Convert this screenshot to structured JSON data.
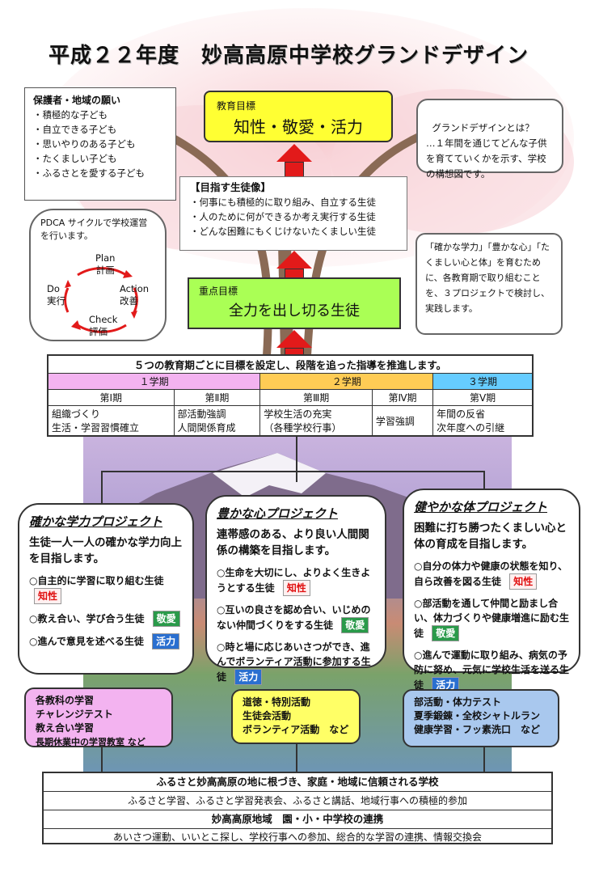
{
  "title": "平成２２年度　妙高高原中学校グランドデザイン",
  "wishes": {
    "heading": "保護者・地域の願い",
    "items": [
      "・積極的な子ども",
      "・自立できる子ども",
      "・思いやりのある子ども",
      "・たくましい子ども",
      "・ふるさとを愛する子ども"
    ]
  },
  "goal": {
    "label": "教育目標",
    "text": "知性・敬愛・活力"
  },
  "about": {
    "text": "グランドデザインとは？\n…１年間を通じてどんな子供を育てていくかを示す、学校の構想図です。"
  },
  "students": {
    "heading": "【目指す生徒像】",
    "items": [
      "・何事にも積極的に取り組み、自立する生徒",
      "・人のために何ができるか考え実行する生徒",
      "・どんな困難にもくじけないたくましい生徒"
    ]
  },
  "pdca": {
    "caption": "PDCA サイクルで学校運営を行います。",
    "plan": "Plan",
    "plan_jp": "計画",
    "do": "Do",
    "do_jp": "実行",
    "action": "Action",
    "action_jp": "改善",
    "check": "Check",
    "check_jp": "評価"
  },
  "focus": {
    "label": "重点目標",
    "text": "全力を出し切る生徒"
  },
  "note": {
    "text": "「確かな学力」「豊かな心」「たくましい心と体」を育むために、各教育期で取り組むことを、３プロジェクトで検討し、実践します。"
  },
  "periods": {
    "header": "５つの教育期ごとに目標を設定し、段階を追った指導を推進します。",
    "terms": [
      "１学期",
      "２学期",
      "３学期"
    ],
    "phases": [
      "第Ⅰ期",
      "第Ⅱ期",
      "第Ⅲ期",
      "第Ⅳ期",
      "第Ⅴ期"
    ],
    "contents": [
      [
        "組織づくり",
        "生活・学習習慣確立"
      ],
      [
        "部活動強調",
        "人間関係育成"
      ],
      [
        "学校生活の充実",
        "（各種学校行事）"
      ],
      [
        "学習強調",
        ""
      ],
      [
        "年間の反省",
        "次年度への引継"
      ]
    ]
  },
  "projects": [
    {
      "title": "確かな学力プロジェクト",
      "lead": "生徒一人一人の確かな学力向上を目指します。",
      "items": [
        {
          "text": "○自主的に学習に取り組む生徒",
          "tag": "知性"
        },
        {
          "text": "○教え合い、学び合う生徒",
          "tag": "敬愛"
        },
        {
          "text": "○進んで意見を述べる生徒",
          "tag": "活力"
        }
      ]
    },
    {
      "title": "豊かな心プロジェクト",
      "lead": "連帯感のある、より良い人間関係の構築を目指します。",
      "items": [
        {
          "text": "○生命を大切にし、よりよく生きようとする生徒",
          "tag": "知性"
        },
        {
          "text": "○互いの良さを認め合い、いじめのない仲間づくりをする生徒",
          "tag": "敬愛"
        },
        {
          "text": "○時と場に応じあいさつができ、進んでボランティア活動に参加する生徒",
          "tag": "活力"
        }
      ]
    },
    {
      "title": "健やかな体プロジェクト",
      "lead": "困難に打ち勝つたくましい心と体の育成を目指します。",
      "items": [
        {
          "text": "○自分の体力や健康の状態を知り、自ら改善を図る生徒",
          "tag": "知性"
        },
        {
          "text": "○部活動を通して仲間と励まし合い、体力づくりや健康増進に励む生徒",
          "tag": "敬愛"
        },
        {
          "text": "○進んで運動に取り組み、病気の予防に努め、元気に学校生活を送る生徒",
          "tag": "活力"
        }
      ]
    }
  ],
  "activities": [
    [
      "各教科の学習",
      "チャレンジテスト",
      "教え合い学習",
      "長期休業中の学習教室 など"
    ],
    [
      "道徳・特別活動",
      "生徒会活動",
      "ボランティア活動　など"
    ],
    [
      "部活動・体力テスト",
      "夏季鍛錬・全校シャトルラン",
      "健康学習・フッ素洗口　など"
    ]
  ],
  "bottom": {
    "row1_title": "ふるさと妙高高原の地に根づき、家庭・地域に信頼される学校",
    "row1_text": "ふるさと学習、ふるさと学習発表会、ふるさと講話、地域行事への積極的参加",
    "row2_title": "妙高高原地域　園・小・中学校の連携",
    "row2_text": "あいさつ運動、いいとこ探し、学校行事への参加、総合的な学習の連携、情報交換会"
  },
  "colors": {
    "goal_bg": "#ffff33",
    "focus_bg": "#aaff55",
    "term1": "#f3b3f0",
    "term2": "#ffcc55",
    "term3": "#66ccff",
    "arrow": "#e21a1a",
    "act1": "#f3b3f0",
    "act2": "#ffff66",
    "act3": "#a9c8ee"
  }
}
